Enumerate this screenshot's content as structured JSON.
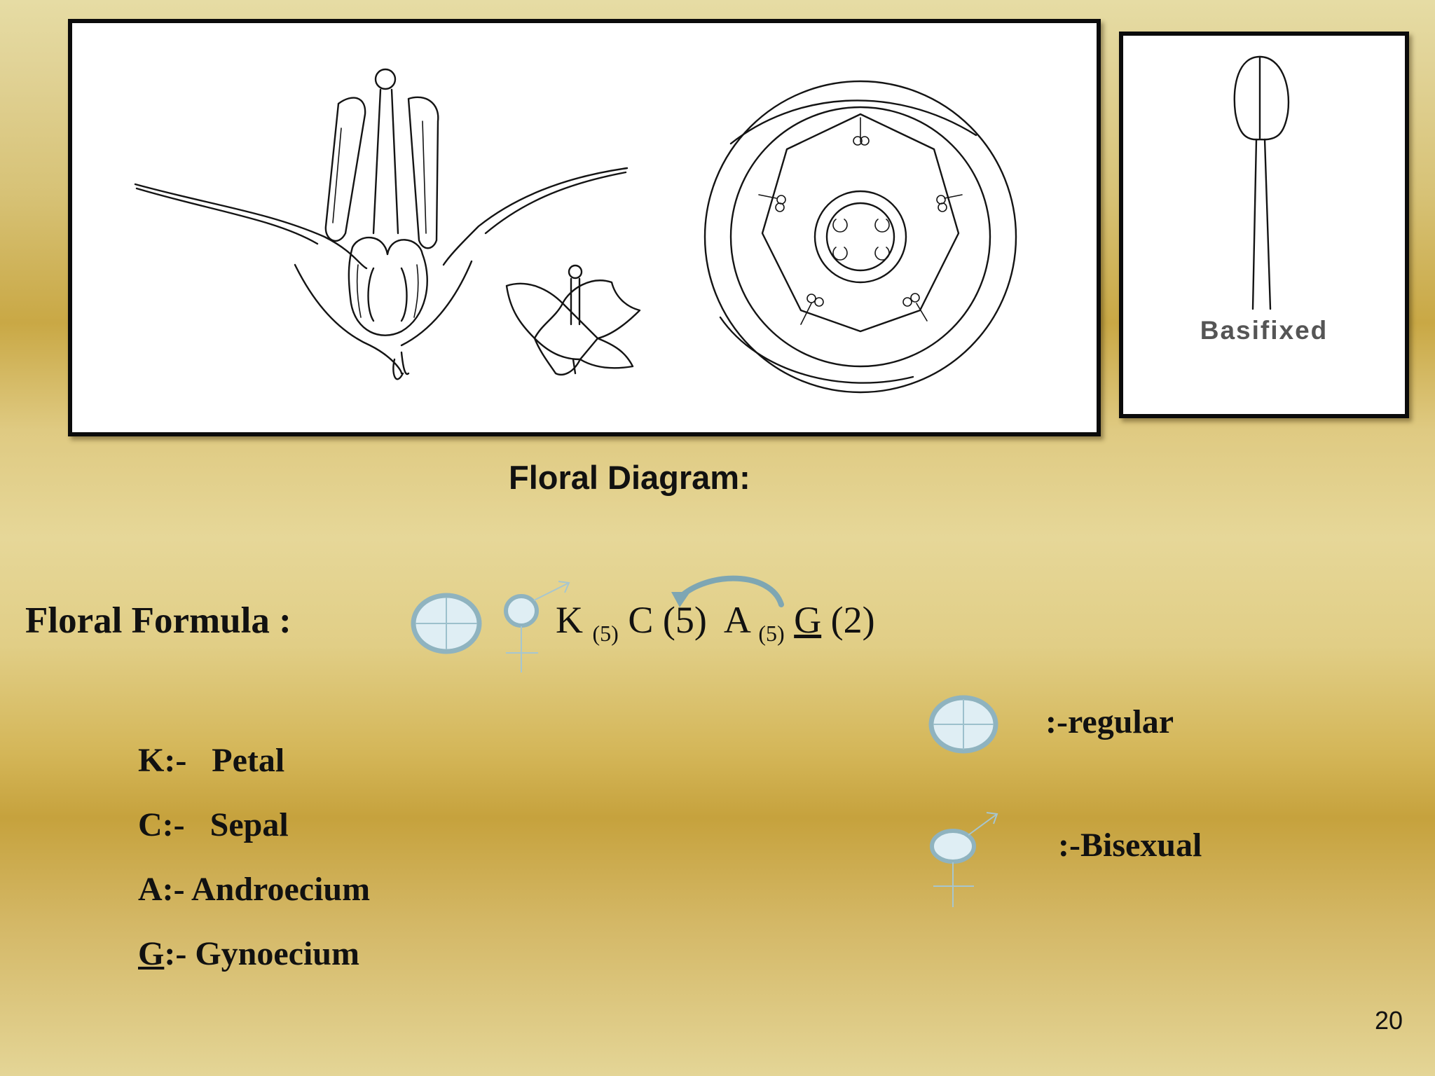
{
  "illustration": {
    "anther_caption": "Basifixed"
  },
  "floral_diagram_title": "Floral Diagram:",
  "floral_formula": {
    "label": "Floral Formula :",
    "k": "K",
    "k_count": "(5)",
    "c": "C (5)",
    "a": "A",
    "a_count": "(5)",
    "g": "G",
    "g_count": "(2)"
  },
  "legend": {
    "k_label": "K:-   Petal",
    "c_label": "C:-   Sepal",
    "a_label": "A:- Androecium",
    "g_letter": "G",
    "g_rest": ":- Gynoecium"
  },
  "symbols": {
    "regular_label": ":-regular",
    "bisexual_label": ":-Bisexual",
    "regular_icon": "actinomorphic-symbol",
    "bisexual_icon": "bisexual-symbol",
    "symbol_fill": "#dfeef4",
    "symbol_stroke": "#8fb3bf"
  },
  "slide_number": "20"
}
